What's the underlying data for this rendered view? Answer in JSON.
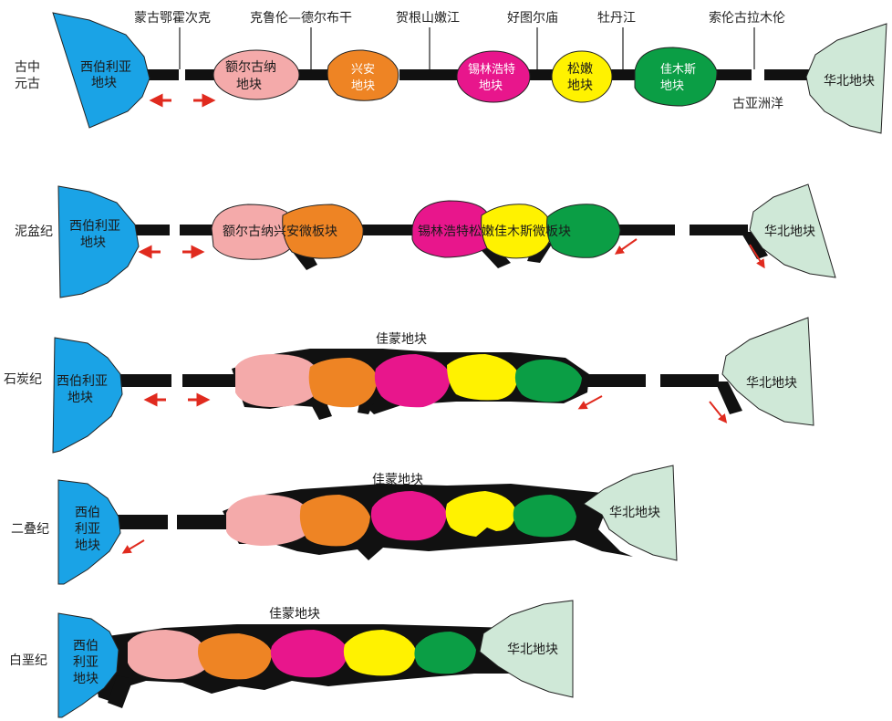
{
  "colors": {
    "siberia": "#1aa3e6",
    "north_china": "#cfe8d7",
    "erguna": "#f4aaaa",
    "xingan": "#ee8424",
    "songnen_w": "#e8168c",
    "songnen": "#fff200",
    "jiamusi": "#0b9e45",
    "crust": "#111111",
    "arrow": "#e02a1e"
  },
  "sutures": {
    "mongol_okhotsk": "蒙古鄂霍次克",
    "kelulun_derbugan": "克鲁伦—德尔布干",
    "hegenshan_nenjiang": "贺根山嫩江",
    "haotuermiao": "好图尔庙",
    "mudanjiang": "牡丹江",
    "solonker": "索伦古拉木伦"
  },
  "eras": {
    "proterozoic": "古中\n元古",
    "devonian": "泥盆纪",
    "carboniferous": "石炭纪",
    "permian": "二叠纪",
    "cretaceous": "白垩纪"
  },
  "blocks": {
    "siberia": "西伯利亚\n地块",
    "siberia_short": "西伯\n利亚\n地块",
    "north_china": "华北地块",
    "erguna": "额尔古纳\n地块",
    "xingan": "兴安\n地块",
    "songnen_w": "锡林浩特\n地块",
    "songnen": "松嫩\n地块",
    "jiamusi": "佳木斯\n地块",
    "devonian_left_plate": "额尔古纳兴安微板块",
    "devonian_right_plate": "锡林浩特松嫩佳木斯微板块",
    "jiameng": "佳蒙地块",
    "paleo_asian_ocean": "古亚洲洋"
  }
}
